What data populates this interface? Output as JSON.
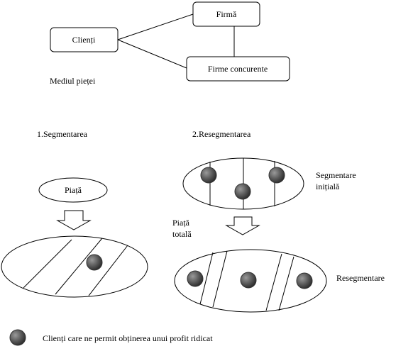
{
  "market_environment": {
    "client_label": "Clienți",
    "firm_label": "Firmă",
    "competitors_label": "Firme concurente",
    "caption": "Mediul pieței"
  },
  "segmentation": {
    "title": "1.Segmentarea",
    "market_label": "Piață",
    "segments_count": 4,
    "dots_count": 1
  },
  "resegmentation": {
    "title": "2.Resegmentarea",
    "initial_label_line1": "Segmentare",
    "initial_label_line2": "inițială",
    "total_label_line1": "Piață",
    "total_label_line2": "totală",
    "result_label": "Resegmentare",
    "initial_dots_count": 3,
    "result_dots_count": 3
  },
  "legend": {
    "text": "Clienți care ne permit obținerea unui profit ridicat"
  },
  "colors": {
    "dot_fill": "#555555",
    "stroke": "#000000"
  }
}
